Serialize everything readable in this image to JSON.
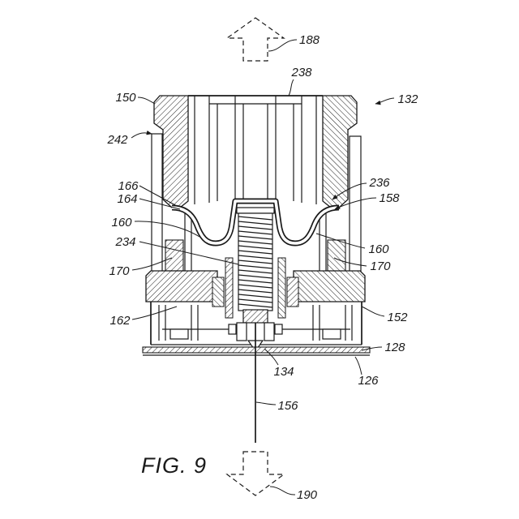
{
  "figure": {
    "caption": "FIG. 9"
  },
  "callouts": [
    "188",
    "238",
    "132",
    "150",
    "242",
    "166",
    "164",
    "236",
    "158",
    "160",
    "234",
    "160",
    "170",
    "170",
    "162",
    "152",
    "128",
    "134",
    "126",
    "156",
    "190"
  ]
}
